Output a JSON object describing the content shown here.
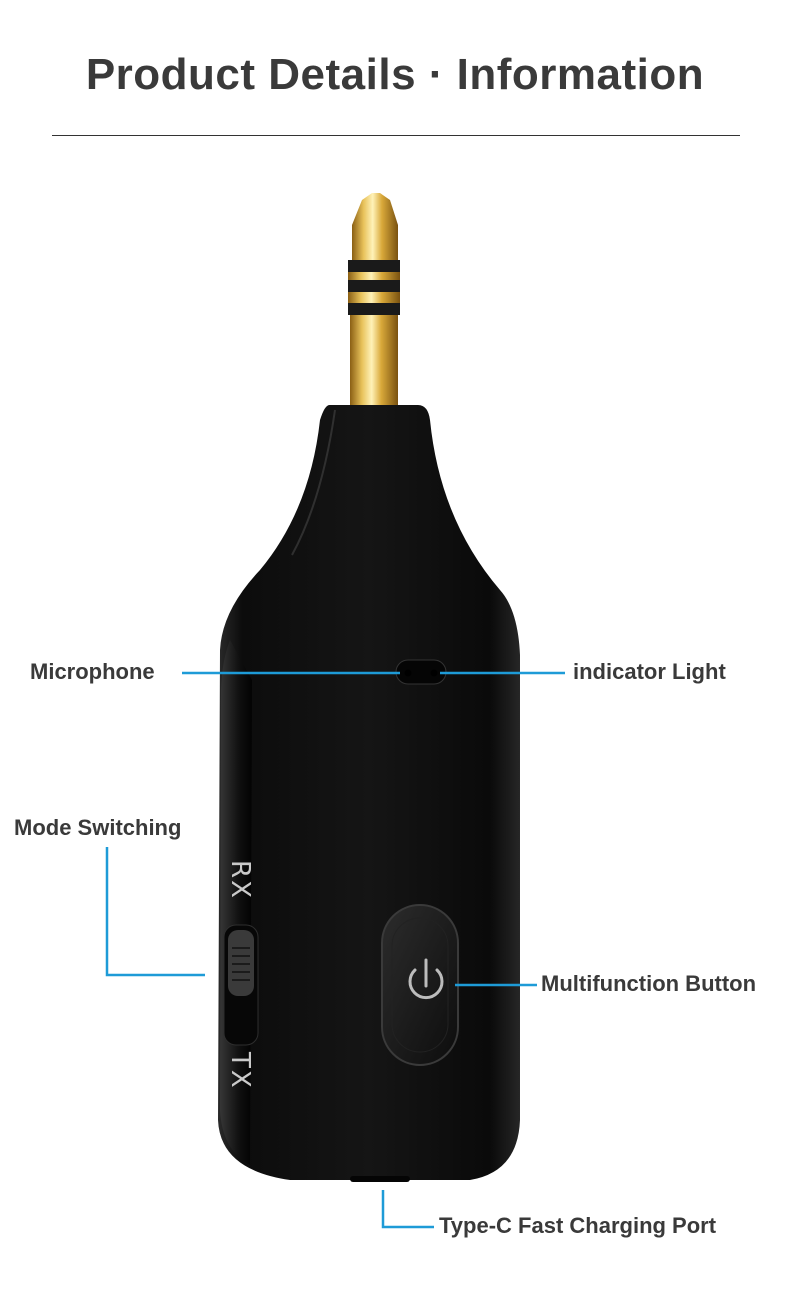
{
  "header": {
    "title": "Product Details · Information"
  },
  "device": {
    "switch_top_label": "RX",
    "switch_bottom_label": "TX"
  },
  "callouts": {
    "microphone": "Microphone",
    "indicator_light": "indicator Light",
    "mode_switching": "Mode Switching",
    "multifunction_button": "Multifunction Button",
    "charging_port": "Type-C Fast Charging Port"
  },
  "colors": {
    "callout_line": "#1e9bd7",
    "device_body": "#111111",
    "plug_gold": "#d4a63a"
  },
  "icons": {
    "power": "power-icon"
  }
}
